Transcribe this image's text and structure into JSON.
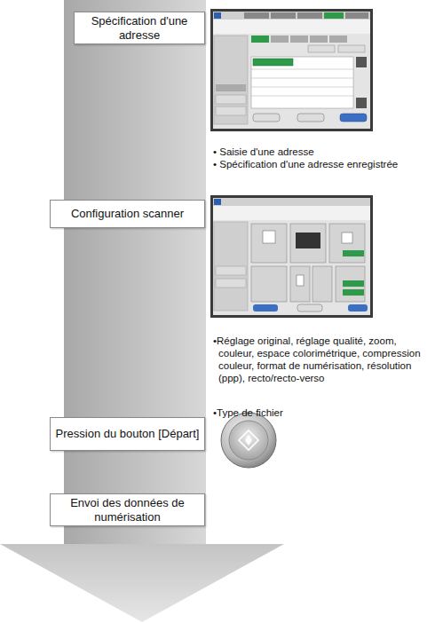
{
  "diagram": {
    "nodes": [
      {
        "text": [
          "Spécification d'une adresse"
        ]
      },
      {
        "text": [
          "Configuration scanner"
        ]
      },
      {
        "text": [
          "Pression du bouton [Départ]"
        ]
      },
      {
        "text": [
          "Envoi des données de numérisation"
        ]
      }
    ],
    "labels": [
      "• Saisie d'une adresse",
      "• Spécification d'une adresse enregistrée",
      "•Réglage original, réglage qualité, zoom, couleur, espace colorimétrique, compression couleur, format de numérisation, résolution (ppp), recto/recto-verso",
      "•Type de fichier"
    ]
  }
}
